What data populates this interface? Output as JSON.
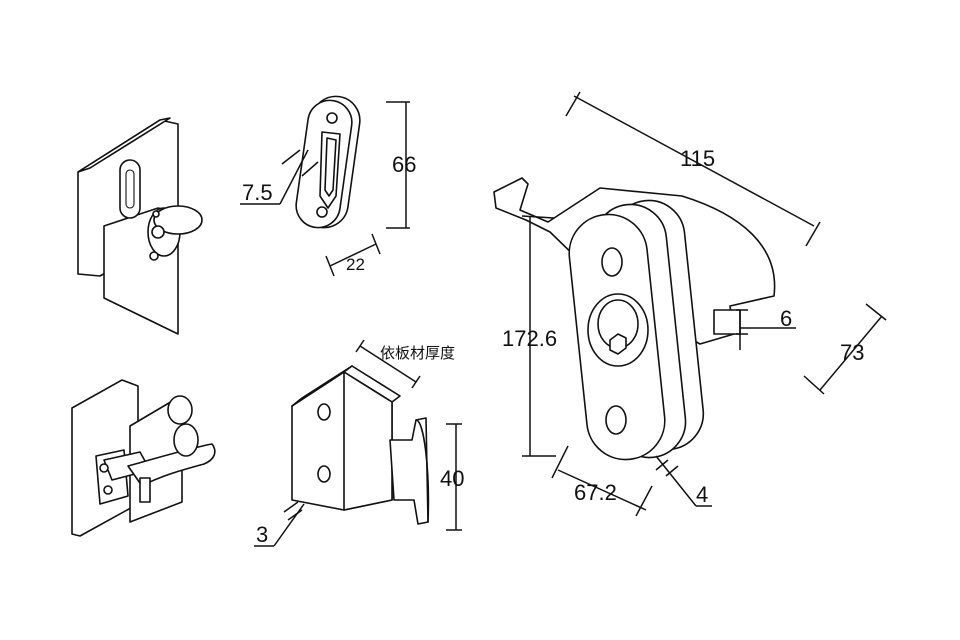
{
  "dimensions": {
    "top_slot_width": "7.5",
    "top_height": "66",
    "top_depth": "22",
    "bracket_thickness_note": "依板材厚度",
    "bracket_height": "40",
    "bracket_thickness": "3",
    "main_length": "115",
    "main_height": "172.6",
    "main_width": "67.2",
    "main_plate": "4",
    "main_tab": "6",
    "main_depth": "73"
  }
}
